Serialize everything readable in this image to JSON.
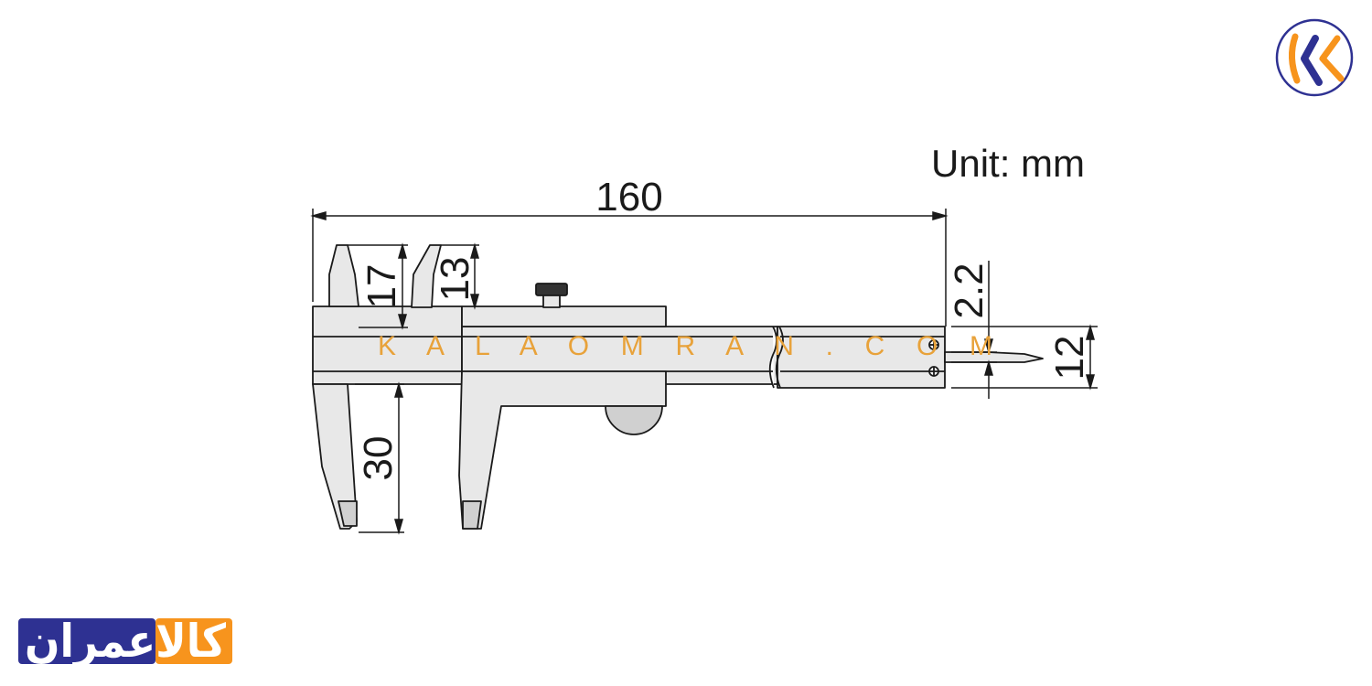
{
  "unit_label": "Unit: mm",
  "dimensions": {
    "overall_length": "160",
    "outside_jaw_depth": "30",
    "inside_jaw_depth": "17",
    "step_depth": "13",
    "depth_rod_width": "2.2",
    "beam_width": "12"
  },
  "watermark": "K A L A O M R A N . C O M",
  "logo_mark_letter": "K",
  "brand_text_fa": "کالاعمران",
  "colors": {
    "outline": "#1a1a1a",
    "steel": "#e8e8e8",
    "steel_dark": "#d0d0d0",
    "watermark": "#e8a23a",
    "brand_navy": "#2e3192",
    "brand_orange": "#f7941d"
  }
}
